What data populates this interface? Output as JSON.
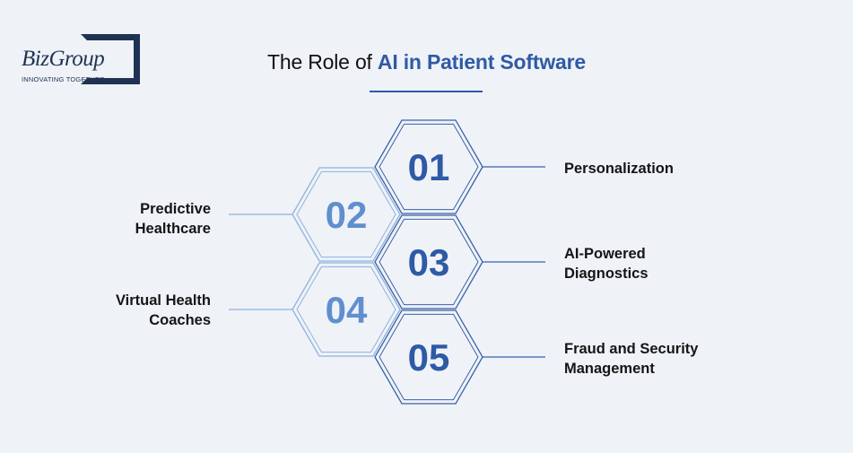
{
  "logo": {
    "name": "BizGroup",
    "tagline": "INNOVATING TOGETHER"
  },
  "title": {
    "prefix": "The Role of ",
    "highlight": "AI in Patient Software"
  },
  "colors": {
    "primary": "#2e5aa6",
    "secondary": "#5f8fcf",
    "line": "#3a62a8",
    "light_line": "#8fb2de",
    "background": "#eff2f7"
  },
  "items": [
    {
      "number": "01",
      "label_lines": [
        "Personalization"
      ]
    },
    {
      "number": "02",
      "label_lines": [
        "Predictive",
        "Healthcare"
      ]
    },
    {
      "number": "03",
      "label_lines": [
        "AI-Powered",
        "Diagnostics"
      ]
    },
    {
      "number": "04",
      "label_lines": [
        "Virtual Health",
        "Coaches"
      ]
    },
    {
      "number": "05",
      "label_lines": [
        "Fraud and Security",
        "Management"
      ]
    }
  ]
}
